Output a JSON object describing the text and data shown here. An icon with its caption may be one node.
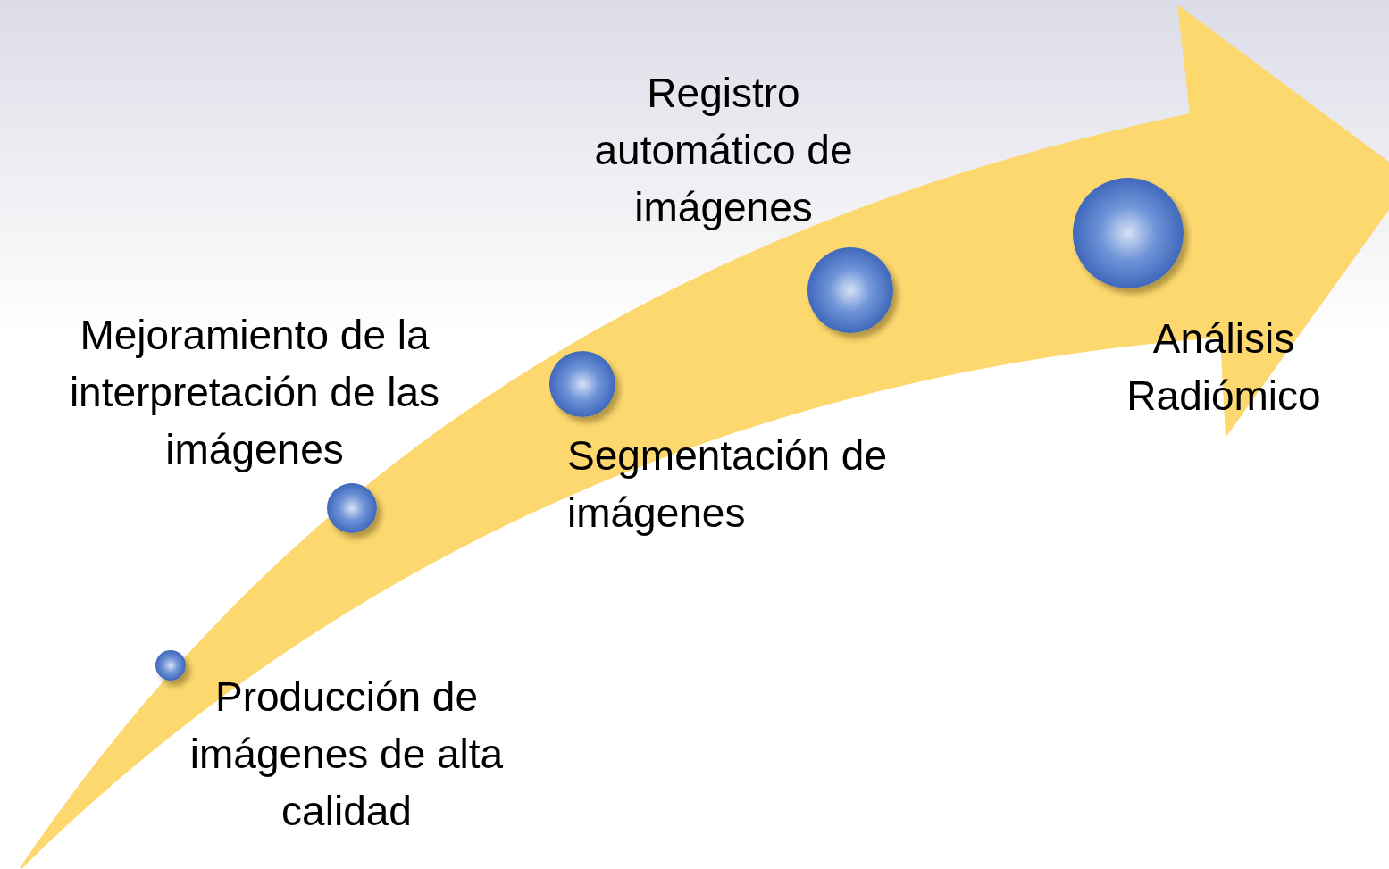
{
  "diagram": {
    "nodes": [
      {
        "text": [],
        "shape": "circle",
        "beside": [
          "Producción de imágenes de alta calidad"
        ]
      },
      {
        "text": [],
        "shape": "circle",
        "beside": [
          "Mejoramiento de la interpretación de las imágenes"
        ]
      },
      {
        "text": [],
        "shape": "circle",
        "beside": [
          "Segmentación de imágenes"
        ]
      },
      {
        "text": [],
        "shape": "circle",
        "beside": [
          "Registro automático de imágenes"
        ]
      },
      {
        "text": [],
        "shape": "circle",
        "beside": [
          "Análisis Radiómico"
        ]
      }
    ]
  }
}
